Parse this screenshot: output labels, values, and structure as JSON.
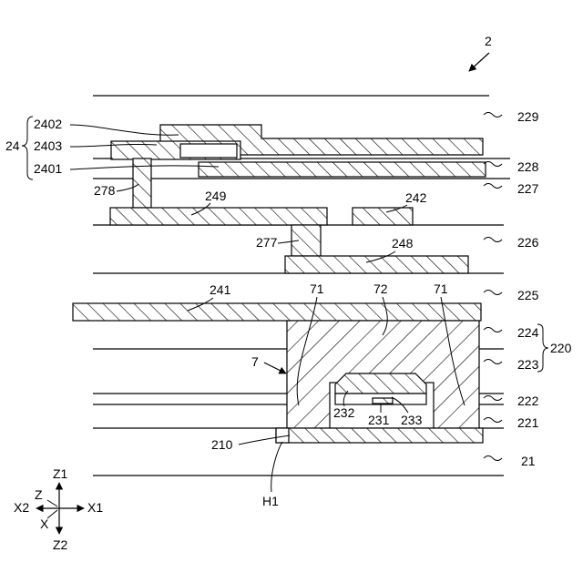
{
  "figure_number": "2",
  "labels": {
    "l229": "229",
    "l228": "228",
    "l227": "227",
    "l226": "226",
    "l225": "225",
    "l224": "224",
    "l223": "223",
    "l220": "220",
    "l222": "222",
    "l221": "221",
    "l21": "21",
    "l2402": "2402",
    "l2403": "2403",
    "l2401": "2401",
    "l24": "24",
    "l278": "278",
    "l249": "249",
    "l242": "242",
    "l277": "277",
    "l248": "248",
    "l241": "241",
    "l71a": "71",
    "l72": "72",
    "l71b": "71",
    "l7": "7",
    "l232": "232",
    "l231": "231",
    "l233": "233",
    "l210": "210",
    "lH1": "H1"
  },
  "axes": {
    "z1": "Z1",
    "z2": "Z2",
    "z": "Z",
    "x1": "X1",
    "x2": "X2",
    "x": "X"
  },
  "colors": {
    "ink": "#000000",
    "background": "#ffffff"
  }
}
